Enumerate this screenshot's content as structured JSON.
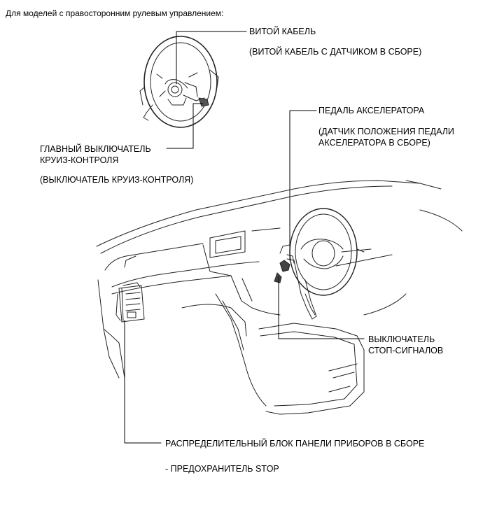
{
  "heading": "Для моделей с правосторонним рулевым управлением:",
  "labels": {
    "spiral_cable": "ВИТОЙ КАБЕЛЬ",
    "spiral_cable_sub": "(ВИТОЙ КАБЕЛЬ С ДАТЧИКОМ В СБОРЕ)",
    "accel_pedal": "ПЕДАЛЬ АКСЕЛЕРАТОРА",
    "accel_pedal_sub_1": "(ДАТЧИК ПОЛОЖЕНИЯ ПЕДАЛИ",
    "accel_pedal_sub_2": "АКСЕЛЕРАТОРА В СБОРЕ)",
    "cruise_main_1": "ГЛАВНЫЙ ВЫКЛЮЧАТЕЛЬ",
    "cruise_main_2": "КРУИЗ-КОНТРОЛЯ",
    "cruise_main_sub": "(ВЫКЛЮЧАТЕЛЬ КРУИЗ-КОНТРОЛЯ)",
    "stop_switch_1": "ВЫКЛЮЧАТЕЛЬ",
    "stop_switch_2": "СТОП-СИГНАЛОВ",
    "junction_block": "РАСПРЕДЕЛИТЕЛЬНЫЙ БЛОК ПАНЕЛИ ПРИБОРОВ В СБОРЕ",
    "junction_block_sub": "- ПРЕДОХРАНИТЕЛЬ STOP"
  }
}
